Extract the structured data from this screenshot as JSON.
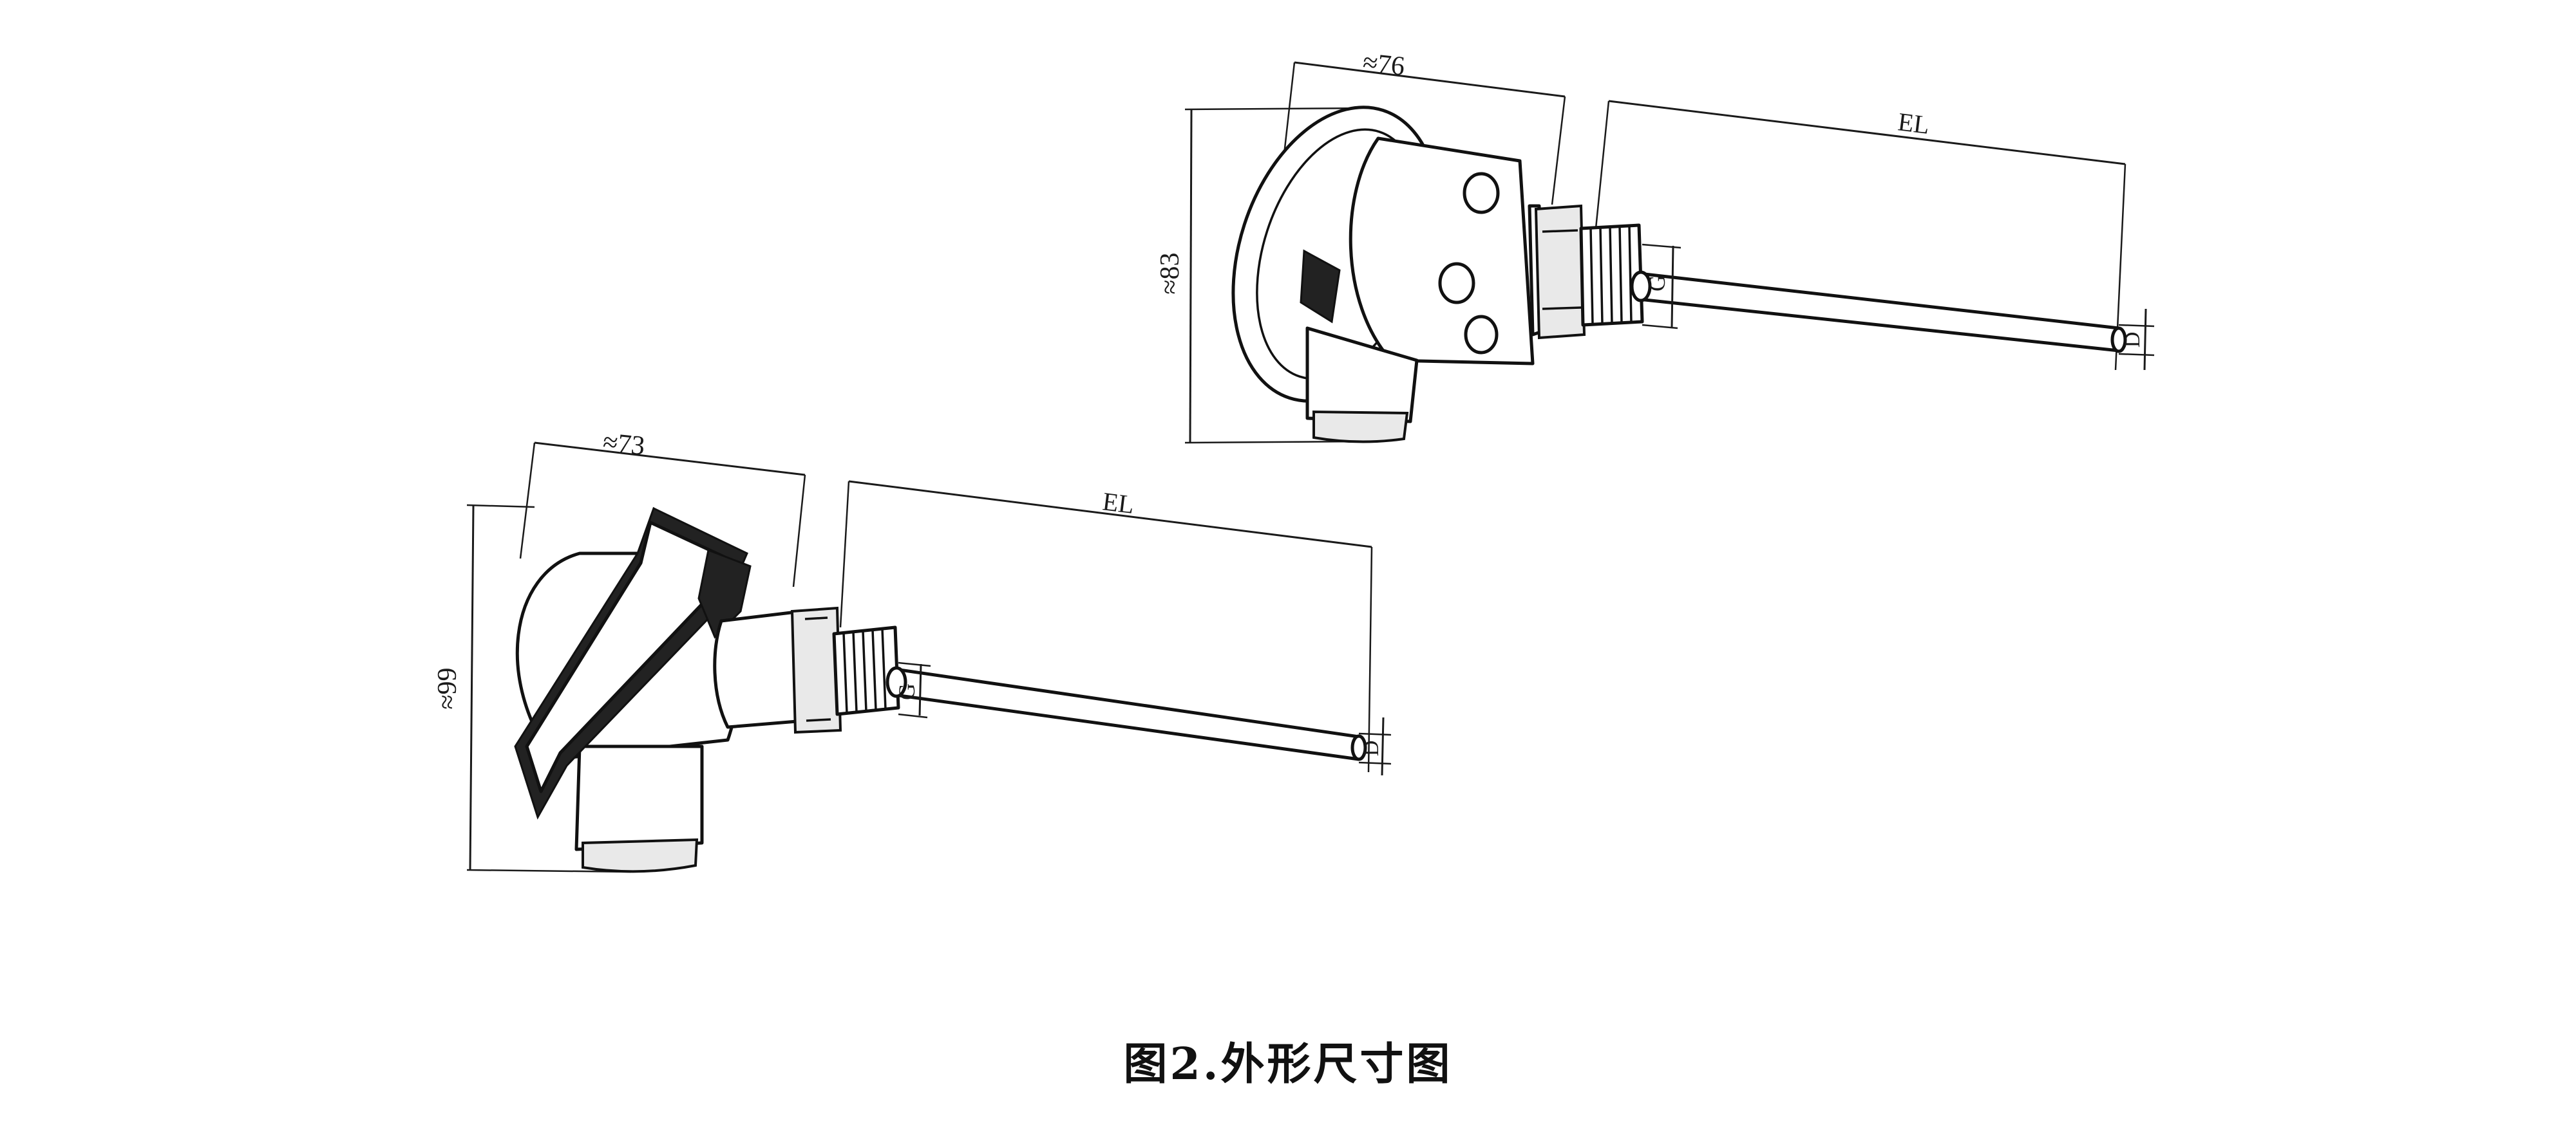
{
  "caption": "图2.外形尺寸图",
  "views": [
    {
      "id": "right-angle-head",
      "dims": {
        "width": "≈73",
        "height": "≈99",
        "length": "EL",
        "thread": "G",
        "diameter": "D"
      }
    },
    {
      "id": "straight-head",
      "dims": {
        "width": "≈76",
        "height": "≈83",
        "length": "EL",
        "thread": "G",
        "diameter": "D"
      }
    }
  ]
}
